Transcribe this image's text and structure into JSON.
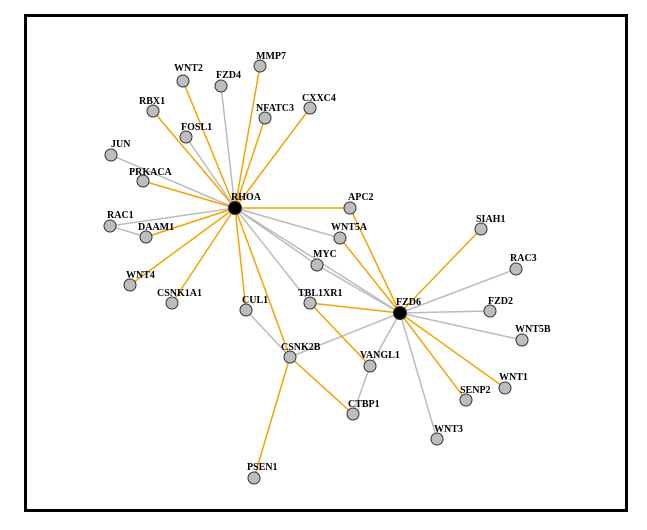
{
  "network": {
    "colors": {
      "edge_orange": "#F4A300",
      "edge_gray": "#BBBBBB",
      "node_gray": "#BDBDBD",
      "hub_black": "#000000"
    },
    "nodes": [
      {
        "id": "RHOA",
        "label": "RHOA",
        "type": "hub"
      },
      {
        "id": "FZD6",
        "label": "FZD6",
        "type": "hub"
      },
      {
        "id": "WNT2",
        "label": "WNT2"
      },
      {
        "id": "MMP7",
        "label": "MMP7"
      },
      {
        "id": "FZD4",
        "label": "FZD4"
      },
      {
        "id": "RBX1",
        "label": "RBX1"
      },
      {
        "id": "NFATC3",
        "label": "NFATC3"
      },
      {
        "id": "CXXC4",
        "label": "CXXC4"
      },
      {
        "id": "FOSL1",
        "label": "FOSL1"
      },
      {
        "id": "JUN",
        "label": "JUN"
      },
      {
        "id": "PRKACA",
        "label": "PRKACA"
      },
      {
        "id": "APC2",
        "label": "APC2"
      },
      {
        "id": "RAC1",
        "label": "RAC1"
      },
      {
        "id": "DAAM1",
        "label": "DAAM1"
      },
      {
        "id": "WNT5A",
        "label": "WNT5A"
      },
      {
        "id": "SIAH1",
        "label": "SIAH1"
      },
      {
        "id": "MYC",
        "label": "MYC"
      },
      {
        "id": "RAC3",
        "label": "RAC3"
      },
      {
        "id": "WNT4",
        "label": "WNT4"
      },
      {
        "id": "CSNK1A1",
        "label": "CSNK1A1"
      },
      {
        "id": "TBL1XR1",
        "label": "TBL1XR1"
      },
      {
        "id": "FZD2",
        "label": "FZD2"
      },
      {
        "id": "CUL1",
        "label": "CUL1"
      },
      {
        "id": "WNT5B",
        "label": "WNT5B"
      },
      {
        "id": "CSNK2B",
        "label": "CSNK2B"
      },
      {
        "id": "VANGL1",
        "label": "VANGL1"
      },
      {
        "id": "WNT1",
        "label": "WNT1"
      },
      {
        "id": "SENP2",
        "label": "SENP2"
      },
      {
        "id": "CTBP1",
        "label": "CTBP1"
      },
      {
        "id": "WNT3",
        "label": "WNT3"
      },
      {
        "id": "PSEN1",
        "label": "PSEN1"
      }
    ],
    "edges": [
      {
        "source": "RHOA",
        "target": "WNT2",
        "color": "orange"
      },
      {
        "source": "RHOA",
        "target": "MMP7",
        "color": "orange"
      },
      {
        "source": "RHOA",
        "target": "FZD4",
        "color": "gray"
      },
      {
        "source": "RHOA",
        "target": "RBX1",
        "color": "orange"
      },
      {
        "source": "RHOA",
        "target": "NFATC3",
        "color": "orange"
      },
      {
        "source": "RHOA",
        "target": "CXXC4",
        "color": "orange"
      },
      {
        "source": "RHOA",
        "target": "FOSL1",
        "color": "gray"
      },
      {
        "source": "RHOA",
        "target": "JUN",
        "color": "gray"
      },
      {
        "source": "RHOA",
        "target": "PRKACA",
        "color": "orange"
      },
      {
        "source": "RHOA",
        "target": "APC2",
        "color": "orange"
      },
      {
        "source": "RHOA",
        "target": "RAC1",
        "color": "gray"
      },
      {
        "source": "RHOA",
        "target": "DAAM1",
        "color": "orange"
      },
      {
        "source": "RHOA",
        "target": "WNT5A",
        "color": "gray"
      },
      {
        "source": "RHOA",
        "target": "WNT4",
        "color": "orange"
      },
      {
        "source": "RHOA",
        "target": "CSNK1A1",
        "color": "orange"
      },
      {
        "source": "RHOA",
        "target": "MYC",
        "color": "gray"
      },
      {
        "source": "RHOA",
        "target": "TBL1XR1",
        "color": "gray"
      },
      {
        "source": "RHOA",
        "target": "CUL1",
        "color": "orange"
      },
      {
        "source": "RHOA",
        "target": "CSNK2B",
        "color": "orange"
      },
      {
        "source": "RHOA",
        "target": "FZD6",
        "color": "gray"
      },
      {
        "source": "RAC1",
        "target": "DAAM1",
        "color": "gray"
      },
      {
        "source": "FZD6",
        "target": "APC2",
        "color": "orange"
      },
      {
        "source": "FZD6",
        "target": "WNT5A",
        "color": "orange"
      },
      {
        "source": "FZD6",
        "target": "MYC",
        "color": "gray"
      },
      {
        "source": "FZD6",
        "target": "SIAH1",
        "color": "orange"
      },
      {
        "source": "FZD6",
        "target": "RAC3",
        "color": "gray"
      },
      {
        "source": "FZD6",
        "target": "FZD2",
        "color": "gray"
      },
      {
        "source": "FZD6",
        "target": "WNT5B",
        "color": "gray"
      },
      {
        "source": "FZD6",
        "target": "WNT1",
        "color": "orange"
      },
      {
        "source": "FZD6",
        "target": "SENP2",
        "color": "orange"
      },
      {
        "source": "FZD6",
        "target": "WNT3",
        "color": "gray"
      },
      {
        "source": "FZD6",
        "target": "VANGL1",
        "color": "gray"
      },
      {
        "source": "FZD6",
        "target": "CSNK2B",
        "color": "gray"
      },
      {
        "source": "FZD6",
        "target": "TBL1XR1",
        "color": "orange"
      },
      {
        "source": "TBL1XR1",
        "target": "VANGL1",
        "color": "orange"
      },
      {
        "source": "VANGL1",
        "target": "CTBP1",
        "color": "gray"
      },
      {
        "source": "CUL1",
        "target": "CSNK2B",
        "color": "gray"
      },
      {
        "source": "CSNK2B",
        "target": "CTBP1",
        "color": "orange"
      },
      {
        "source": "CSNK2B",
        "target": "PSEN1",
        "color": "orange"
      }
    ]
  }
}
